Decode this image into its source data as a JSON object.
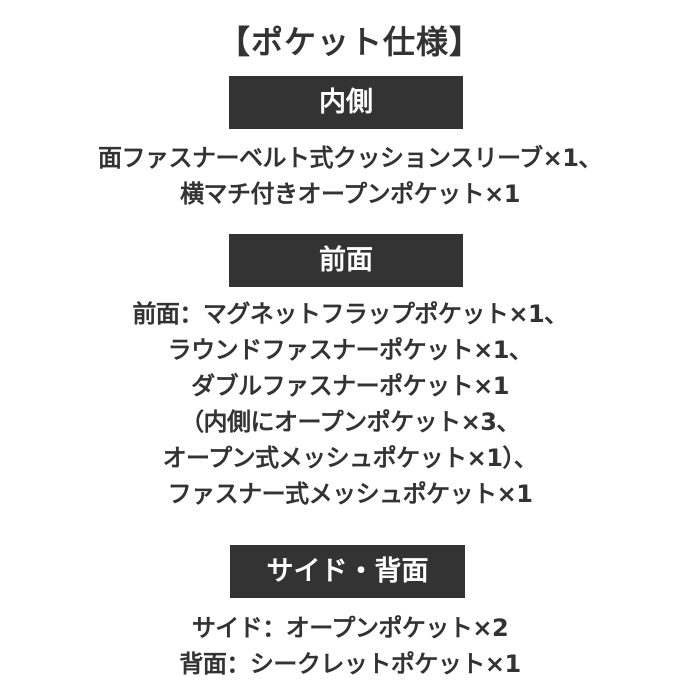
{
  "title": "【ポケット仕様】",
  "sections": [
    {
      "heading": "内側",
      "lines": [
        "面ファスナーベルト式クッションスリーブ×1、",
        "横マチ付きオープンポケット×1"
      ]
    },
    {
      "heading": "前面",
      "lines": [
        "前面：マグネットフラップポケット×1、",
        "ラウンドファスナーポケット×1、",
        "ダブルファスナーポケット×1",
        "（内側にオープンポケット×3、",
        "オープン式メッシュポケット×1）、",
        "ファスナー式メッシュポケット×1"
      ]
    },
    {
      "heading": "サイド・背面",
      "lines": [
        "サイド：オープンポケット×2",
        "背面：シークレットポケット×1"
      ]
    }
  ],
  "colors": {
    "heading_bg": "#333333",
    "heading_text": "#ffffff",
    "body_text": "#333333",
    "background": "#ffffff"
  }
}
